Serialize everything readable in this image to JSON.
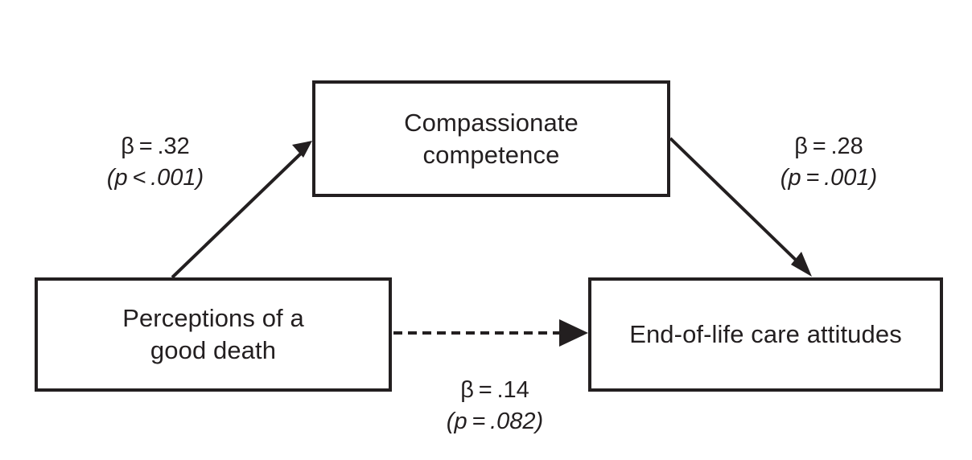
{
  "figure": {
    "type": "mediation-path-diagram",
    "background_color": "#ffffff",
    "line_color": "#231f20"
  },
  "nodes": {
    "predictor": {
      "id": "perceptions-of-a-good-death",
      "line1": "Perceptions of a",
      "line2": "good death"
    },
    "mediator": {
      "id": "compassionate-competence",
      "line1": "Compassionate",
      "line2": "competence"
    },
    "outcome": {
      "id": "end-of-life-care-attitudes",
      "line1": "End-of-life care attitudes",
      "line2": ""
    }
  },
  "paths": {
    "a_path": {
      "from": "predictor",
      "to": "mediator",
      "style": "solid",
      "beta_symbol": "β",
      "beta_text": "β = .32",
      "beta_value": ".32",
      "p_text": "(p < .001)",
      "p_operator": "<",
      "p_value": ".001"
    },
    "b_path": {
      "from": "mediator",
      "to": "outcome",
      "style": "solid",
      "beta_symbol": "β",
      "beta_text": "β = .28",
      "beta_value": ".28",
      "p_text": "(p = .001)",
      "p_operator": "=",
      "p_value": ".001"
    },
    "c_path": {
      "from": "predictor",
      "to": "outcome",
      "style": "dashed",
      "beta_symbol": "β",
      "beta_text": "β = .14",
      "beta_value": ".14",
      "p_text": "(p = .082)",
      "p_operator": "=",
      "p_value": ".082"
    }
  }
}
